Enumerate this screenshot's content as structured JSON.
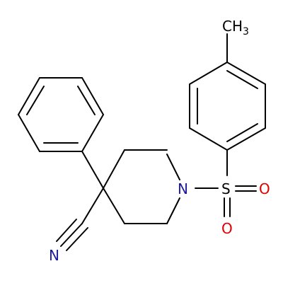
{
  "molecule": {
    "atoms": {
      "methyl": {
        "text": "CH",
        "subscript": "3",
        "color": "#000000"
      },
      "nitrogen_ring": {
        "text": "N",
        "color": "#1a1aa0"
      },
      "sulfur": {
        "text": "S",
        "color": "#000000"
      },
      "oxygen_right": {
        "text": "O",
        "color": "#e00000"
      },
      "oxygen_bottom": {
        "text": "O",
        "color": "#e00000"
      },
      "nitrogen_nitrile": {
        "text": "N",
        "color": "#1a1aa0"
      }
    }
  }
}
